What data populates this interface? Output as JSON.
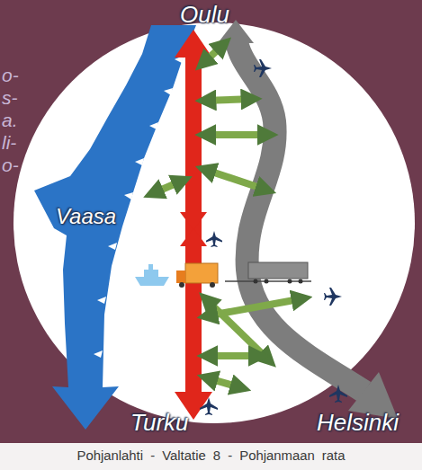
{
  "diagram": {
    "caption": "Pohjanlahti - Valtatie 8 - Pohjanmaan rata",
    "labels": [
      "Oulu",
      "Vaasa",
      "Turku",
      "Helsinki",
      "o-",
      "s-",
      "a.",
      "li-",
      "o-"
    ]
  }
}
